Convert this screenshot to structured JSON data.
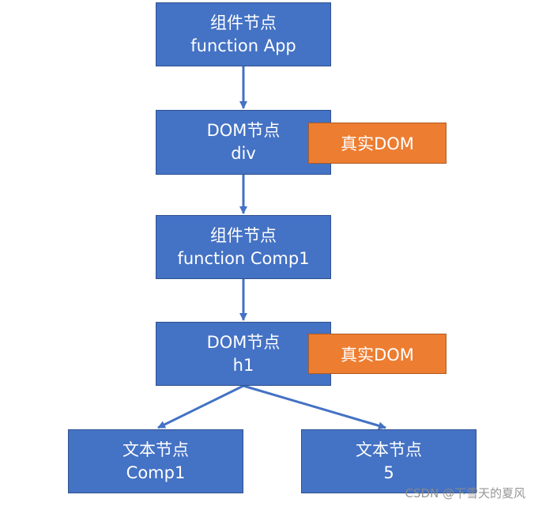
{
  "nodes": {
    "app": {
      "title": "组件节点",
      "subtitle": "function App"
    },
    "div": {
      "title": "DOM节点",
      "subtitle": "div"
    },
    "comp1": {
      "title": "组件节点",
      "subtitle": "function Comp1"
    },
    "h1": {
      "title": "DOM节点",
      "subtitle": "h1"
    },
    "text_comp1": {
      "title": "文本节点",
      "subtitle": "Comp1"
    },
    "text_5": {
      "title": "文本节点",
      "subtitle": "5"
    }
  },
  "tags": {
    "div_real_dom": "真实DOM",
    "h1_real_dom": "真实DOM"
  },
  "colors": {
    "node_fill": "#4472c4",
    "tag_fill": "#ed7d31",
    "edge": "#4472c4"
  },
  "watermark": "CSDN @下雪天的夏风"
}
